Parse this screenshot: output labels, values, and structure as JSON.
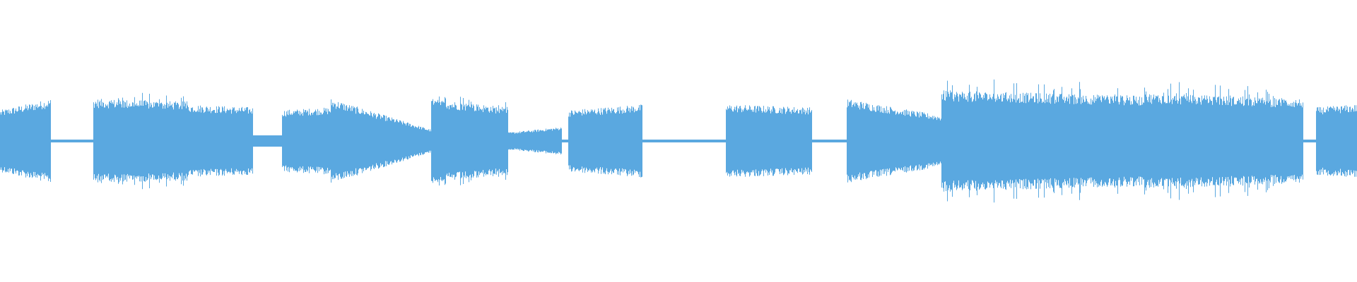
{
  "waveform": {
    "color": "#5aa8e0",
    "background": "#ffffff",
    "segments": [
      {
        "start": 0.0,
        "end": 0.037,
        "amp_start": 0.22,
        "amp_end": 0.3,
        "dense": true
      },
      {
        "start": 0.037,
        "end": 0.069,
        "amp_start": 0.01,
        "amp_end": 0.01,
        "dense": false
      },
      {
        "start": 0.069,
        "end": 0.138,
        "amp_start": 0.3,
        "amp_end": 0.28,
        "dense": true,
        "spiky": true
      },
      {
        "start": 0.138,
        "end": 0.186,
        "amp_start": 0.26,
        "amp_end": 0.24,
        "dense": true
      },
      {
        "start": 0.186,
        "end": 0.208,
        "amp_start": 0.04,
        "amp_end": 0.04,
        "dense": false
      },
      {
        "start": 0.208,
        "end": 0.244,
        "amp_start": 0.22,
        "amp_end": 0.24,
        "dense": true
      },
      {
        "start": 0.244,
        "end": 0.318,
        "amp_start": 0.3,
        "amp_end": 0.08,
        "dense": true
      },
      {
        "start": 0.318,
        "end": 0.374,
        "amp_start": 0.3,
        "amp_end": 0.24,
        "dense": true,
        "spiky": true
      },
      {
        "start": 0.374,
        "end": 0.414,
        "amp_start": 0.06,
        "amp_end": 0.1,
        "dense": true
      },
      {
        "start": 0.414,
        "end": 0.419,
        "amp_start": 0.01,
        "amp_end": 0.01,
        "dense": false
      },
      {
        "start": 0.419,
        "end": 0.473,
        "amp_start": 0.22,
        "amp_end": 0.26,
        "dense": true
      },
      {
        "start": 0.473,
        "end": 0.535,
        "amp_start": 0.01,
        "amp_end": 0.01,
        "dense": false
      },
      {
        "start": 0.535,
        "end": 0.598,
        "amp_start": 0.26,
        "amp_end": 0.24,
        "dense": true
      },
      {
        "start": 0.598,
        "end": 0.624,
        "amp_start": 0.01,
        "amp_end": 0.01,
        "dense": false
      },
      {
        "start": 0.624,
        "end": 0.694,
        "amp_start": 0.3,
        "amp_end": 0.18,
        "dense": true
      },
      {
        "start": 0.694,
        "end": 0.843,
        "amp_start": 0.36,
        "amp_end": 0.32,
        "dense": true,
        "spiky": true
      },
      {
        "start": 0.843,
        "end": 0.96,
        "amp_start": 0.34,
        "amp_end": 0.3,
        "dense": true,
        "spiky": true
      },
      {
        "start": 0.96,
        "end": 0.97,
        "amp_start": 0.01,
        "amp_end": 0.01,
        "dense": false
      },
      {
        "start": 0.97,
        "end": 1.0,
        "amp_start": 0.24,
        "amp_end": 0.26,
        "dense": true
      }
    ]
  }
}
